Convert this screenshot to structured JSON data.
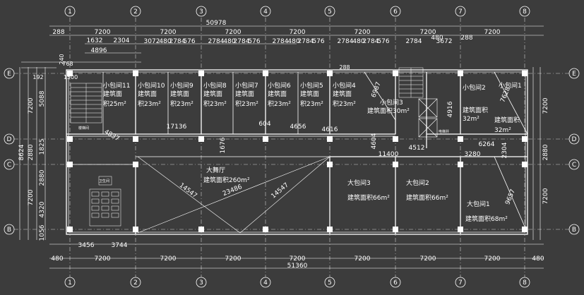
{
  "axes": {
    "vertical": [
      "1",
      "2",
      "3",
      "4",
      "5",
      "6",
      "7",
      "8"
    ],
    "horizontal": [
      "E",
      "D",
      "C",
      "B"
    ]
  },
  "dims": {
    "top_total": "50978",
    "top_left_edge": "288",
    "top_right_edge": "288",
    "top_row1": [
      "7200",
      "7200",
      "7200",
      "7200",
      "7200",
      "7200",
      "7200"
    ],
    "top_row1_extra": "480",
    "top_row2_a": "1632",
    "top_row2_b": "2304",
    "top_row3": "4896",
    "top_row4": [
      "3072",
      "480",
      "2784",
      "576",
      "2784",
      "480",
      "2784",
      "576",
      "2784",
      "480",
      "2784",
      "576",
      "2784",
      "480",
      "2784",
      "576",
      "2784",
      "3672"
    ],
    "left_small": [
      "768",
      "240",
      "192",
      "1500",
      "288"
    ],
    "left_row": [
      "5088",
      "1825",
      "2880",
      "4320",
      "1056"
    ],
    "left_outer": [
      "7200",
      "2880",
      "7200"
    ],
    "left_total": "8624",
    "right": [
      "7200",
      "2880",
      "7200"
    ],
    "bottom_row1": [
      "3456",
      "3744"
    ],
    "bottom_row2": [
      "7200",
      "7200",
      "7200",
      "7200",
      "7200",
      "7200",
      "7200"
    ],
    "bottom_edge_left": "480",
    "bottom_edge_right": "480",
    "bottom_total": "51360",
    "inner": {
      "corridor": "17136",
      "corridor_mid": "604",
      "corridor_b": "4656",
      "corridor_c": "4616",
      "d1": "6987",
      "d2": "4916",
      "d3": "4604",
      "d4": "11400",
      "d5": "4512",
      "d6": "6264",
      "d7": "3280",
      "d8": "2304",
      "d9": "7628",
      "d10": "9657",
      "d11": "1676",
      "d12": "4837",
      "diag1": "14547",
      "diag2": "23486",
      "diag3": "14547"
    }
  },
  "rooms": {
    "r11": [
      "小包间11",
      "建筑面",
      "积25m²"
    ],
    "r10": [
      "小包间10",
      "建筑面",
      "积23m²"
    ],
    "r9": [
      "小包间9",
      "建筑面",
      "积23m²"
    ],
    "r8": [
      "小包间8",
      "建筑面",
      "积23m²"
    ],
    "r7": [
      "小包间7",
      "建筑面",
      "积23m²"
    ],
    "r6": [
      "小包间6",
      "建筑面",
      "积23m²"
    ],
    "r5": [
      "小包间5",
      "建筑面",
      "积23m²"
    ],
    "r4": [
      "小包间4",
      "建筑面",
      "积23m²"
    ],
    "r3": [
      "小包间3",
      "建筑面积30m²"
    ],
    "r2": [
      "小包间2",
      "建筑面积",
      "32m²"
    ],
    "r1": [
      "小包间1",
      "建筑面积",
      "32m²"
    ],
    "hall": [
      "大舞厅",
      "建筑面积260m²"
    ],
    "big3": [
      "大包间3",
      "建筑面积66m²"
    ],
    "big2": [
      "大包间2",
      "建筑面积66m²"
    ],
    "big1": [
      "大包间1",
      "建筑面积68m²"
    ],
    "stair_note": "楼梯间",
    "wc_note": "卫生间",
    "elev_note": "电梯井"
  },
  "colors": {
    "background": "#3c3c3c",
    "line": "#ffffff",
    "column": "#ffffff"
  }
}
